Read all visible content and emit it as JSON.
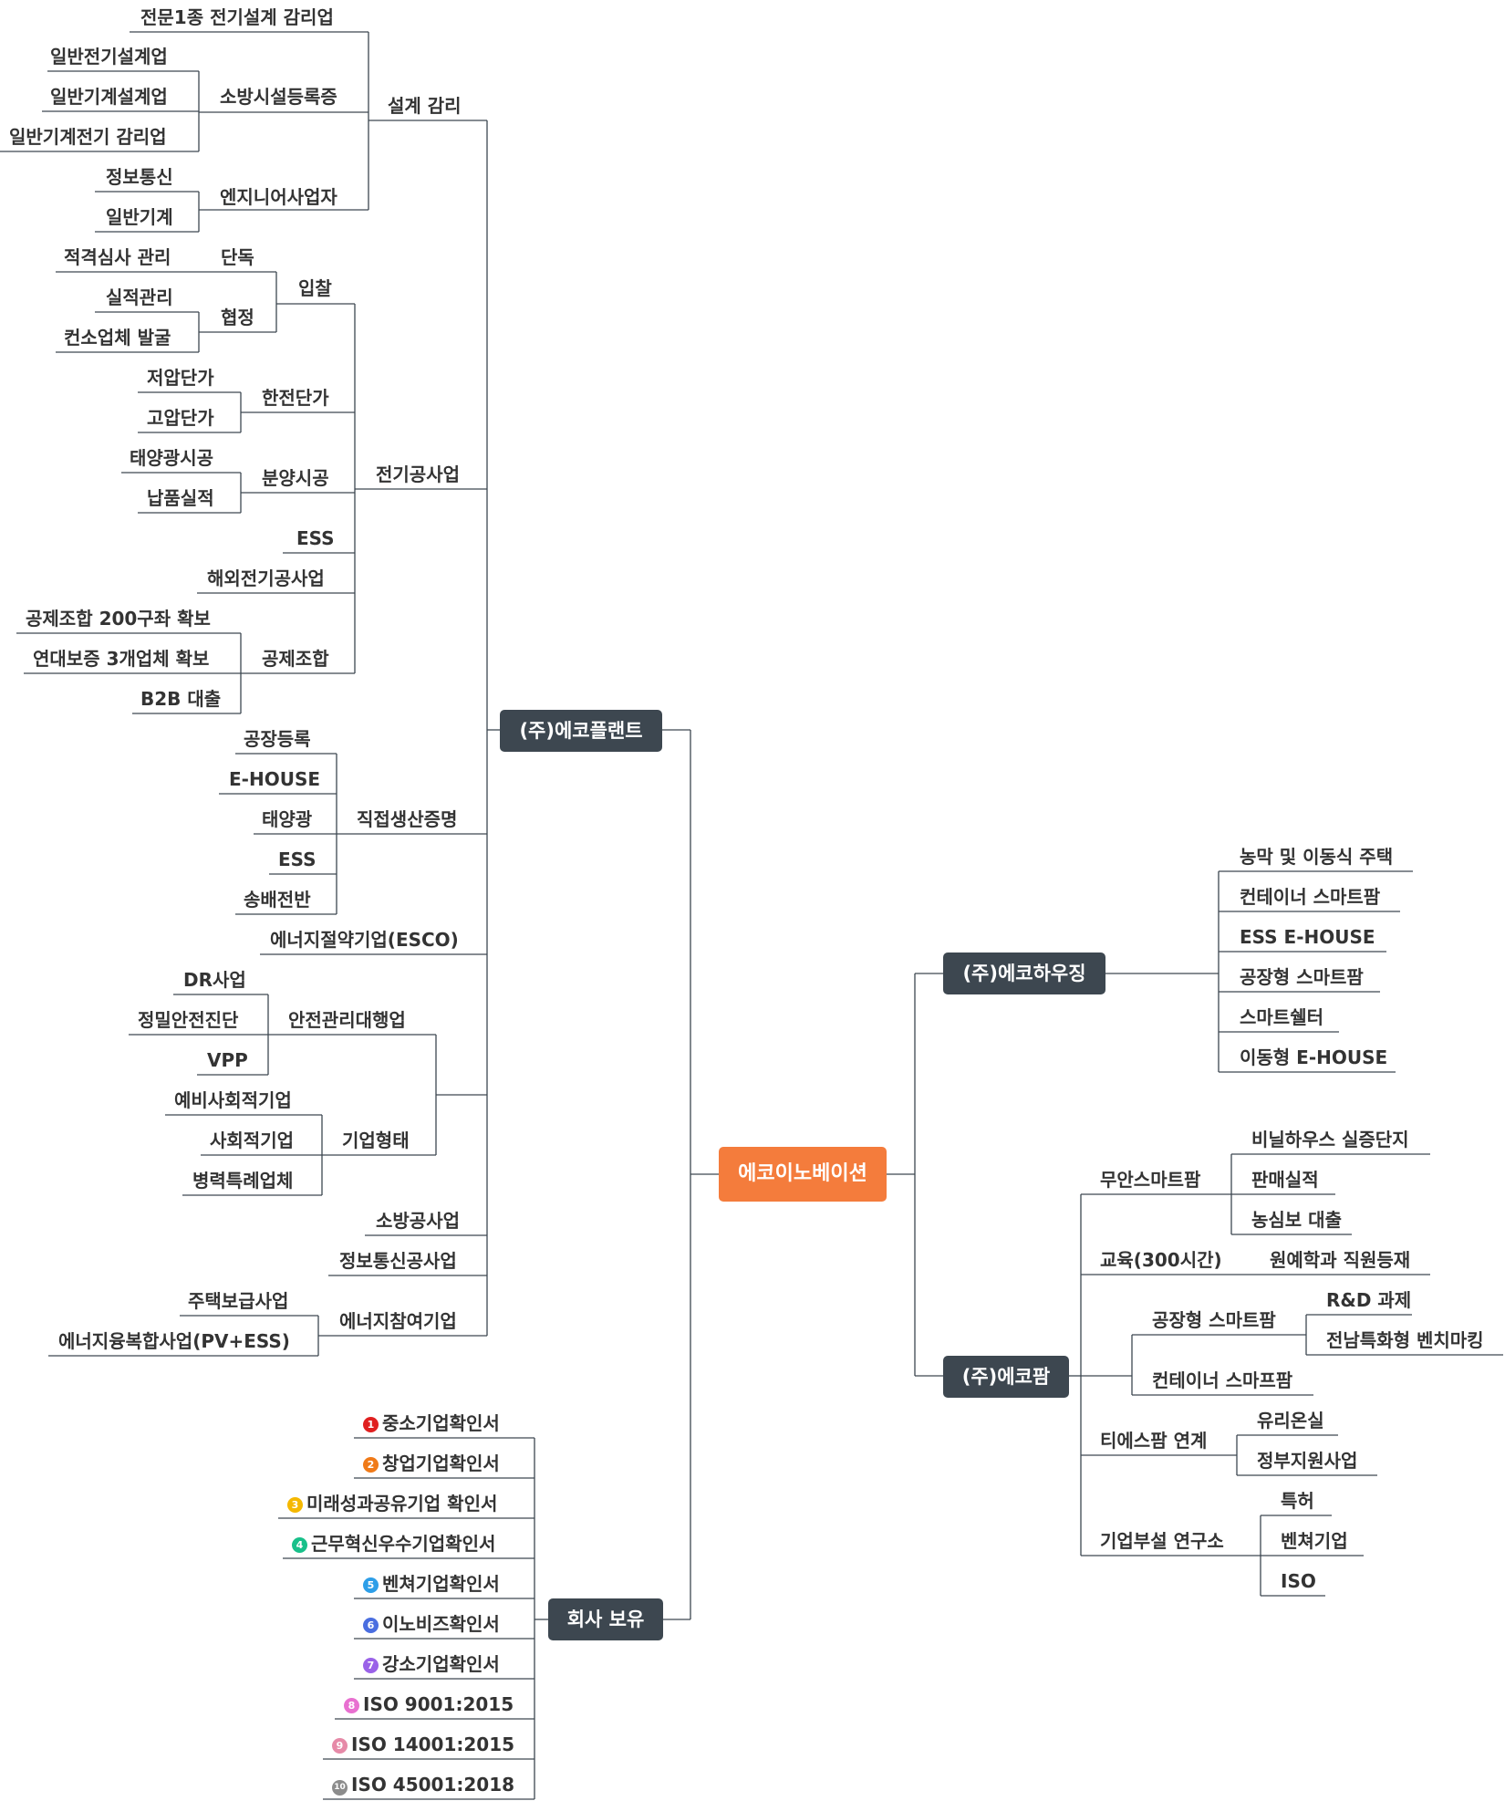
{
  "root": "에코이노베이션",
  "colors": {
    "root": "#f47c3c",
    "box": "#3d4750",
    "line": "#3d4750",
    "badges": [
      "#e02020",
      "#f07a18",
      "#f5b800",
      "#18c08a",
      "#2d9ee8",
      "#4a6ee0",
      "#9a62e8",
      "#e870d0",
      "#e68aa8",
      "#8c8c8c"
    ]
  },
  "plant": {
    "title": "(주)에코플랜트",
    "design": {
      "title": "설계 감리",
      "pro": "전문1종 전기설계 감리업",
      "fire": {
        "title": "소방시설등록증",
        "items": [
          "일반전기설계업",
          "일반기계설계업",
          "일반기계전기 감리업"
        ]
      },
      "eng": {
        "title": "엔지니어사업자",
        "items": [
          "정보통신",
          "일반기계"
        ]
      }
    },
    "elec": {
      "title": "전기공사업",
      "bid": {
        "title": "입찰",
        "single": "단독",
        "single_item": "적격심사 관리",
        "coop": "협정",
        "coop_items": [
          "실적관리",
          "컨소업체 발굴"
        ]
      },
      "kepco": {
        "title": "한전단가",
        "items": [
          "저압단가",
          "고압단가"
        ]
      },
      "sale": {
        "title": "분양시공",
        "items": [
          "태양광시공",
          "납품실적"
        ]
      },
      "ess": "ESS",
      "overseas": "해외전기공사업",
      "mutual": {
        "title": "공제조합",
        "items": [
          "공제조합 200구좌 확보",
          "연대보증 3개업체 확보",
          "B2B 대출"
        ]
      }
    },
    "direct": {
      "title": "직접생산증명",
      "items": [
        "공장등록",
        "E-HOUSE",
        "태양광",
        "ESS",
        "송배전반"
      ]
    },
    "esco": "에너지절약기업(ESCO)",
    "corp": {
      "safety": {
        "title": "안전관리대행업",
        "items": [
          "DR사업",
          "정밀안전진단",
          "VPP"
        ]
      },
      "type": {
        "title": "기업형태",
        "items": [
          "예비사회적기업",
          "사회적기업",
          "병력특례업체"
        ]
      }
    },
    "fire_biz": "소방공사업",
    "ict_biz": "정보통신공사업",
    "energy": {
      "title": "에너지참여기업",
      "items": [
        "주택보급사업",
        "에너지융복합사업(PV+ESS)"
      ]
    }
  },
  "owned": {
    "title": "회사 보유",
    "items": [
      {
        "n": "1",
        "label": "중소기업확인서"
      },
      {
        "n": "2",
        "label": "창업기업확인서"
      },
      {
        "n": "3",
        "label": "미래성과공유기업 확인서"
      },
      {
        "n": "4",
        "label": "근무혁신우수기업확인서"
      },
      {
        "n": "5",
        "label": "벤쳐기업확인서"
      },
      {
        "n": "6",
        "label": "이노비즈확인서"
      },
      {
        "n": "7",
        "label": "강소기업확인서"
      },
      {
        "n": "8",
        "label": "ISO 9001:2015"
      },
      {
        "n": "9",
        "label": "ISO 14001:2015"
      },
      {
        "n": "10",
        "label": "ISO 45001:2018"
      }
    ]
  },
  "housing": {
    "title": "(주)에코하우징",
    "items": [
      "농막 및 이동식 주택",
      "컨테이너 스마트팜",
      "ESS E-HOUSE",
      "공장형 스마트팜",
      "스마트쉘터",
      "이동형 E-HOUSE"
    ]
  },
  "farm": {
    "title": "(주)에코팜",
    "muan": {
      "title": "무안스마트팜",
      "items": [
        "비닐하우스 실증단지",
        "판매실적",
        "농심보 대출"
      ]
    },
    "edu": {
      "title": "교육(300시간)",
      "item": "원예학과 직원등재"
    },
    "factory": {
      "title": "공장형 스마트팜",
      "items": [
        "R&D 과제",
        "전남특화형 벤치마킹"
      ]
    },
    "container": "컨테이너 스마프팜",
    "tesfarm": {
      "title": "티에스팜 연계",
      "items": [
        "유리온실",
        "정부지원사업"
      ]
    },
    "lab": {
      "title": "기업부설 연구소",
      "items": [
        "특허",
        "벤쳐기업",
        "ISO"
      ]
    }
  }
}
